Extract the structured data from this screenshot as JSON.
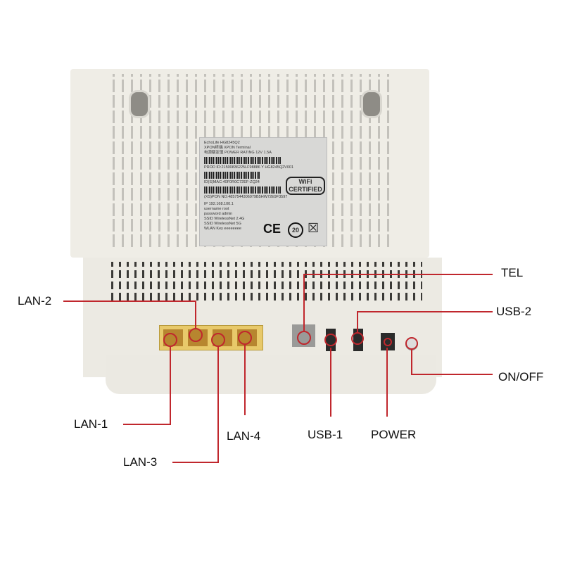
{
  "sticker": {
    "lines": [
      "EchoLife  HG8245Q2",
      "XPON终端 XPON Terminal",
      "电源额定值 POWER RATING  12V 1.5A"
    ],
    "prod_id": "PROD ID:21500836225LF98886 Y HG8245Q2V001",
    "mac": "ID(S)MAC:40F0R0C72EF-ZQ24",
    "sn": "(XS)PON NO:4857544306979B5HW72E9F3597",
    "info": [
      "IP 192.168.100.1",
      "username root",
      "password admin",
      "SSID WirelessNet 2.4G",
      "SSID WirelessNet 5G",
      "WLAN Key eeeeeeee"
    ],
    "wifi_logo": "WiFi CERTIFIED",
    "ce": "CE",
    "rohs": "20"
  },
  "labels": {
    "lan1": "LAN-1",
    "lan2": "LAN-2",
    "lan3": "LAN-3",
    "lan4": "LAN-4",
    "tel": "TEL",
    "usb1": "USB-1",
    "usb2": "USB-2",
    "power": "POWER",
    "onoff": "ON/OFF"
  },
  "colors": {
    "callout": "#c0272d"
  }
}
